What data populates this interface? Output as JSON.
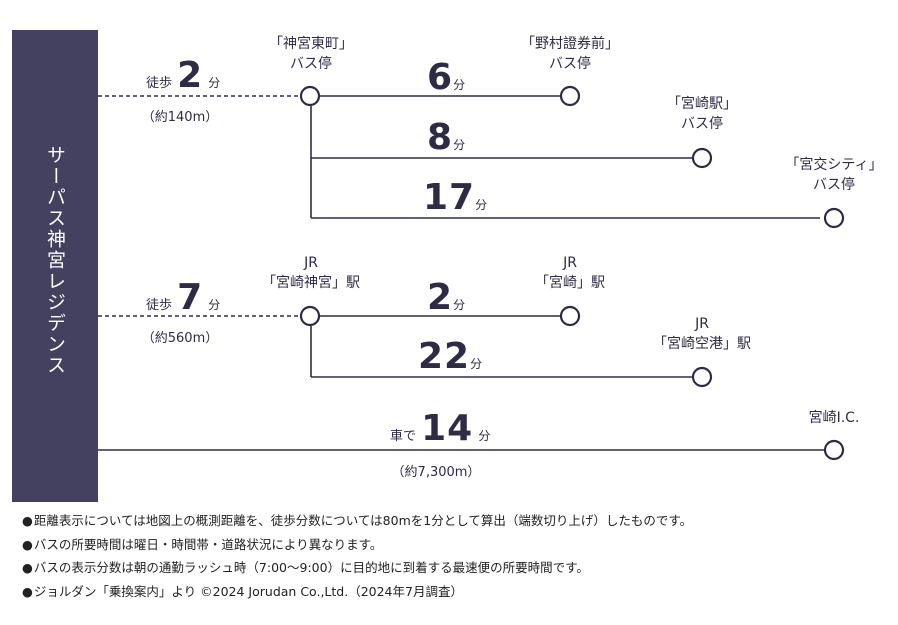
{
  "sidebar": {
    "property_name": "サーパス神宮レジデンス"
  },
  "group1": {
    "walk": {
      "prefix": "徒歩",
      "minutes": "2",
      "unit": "分",
      "distance": "（約140m）"
    },
    "origin_stop": {
      "line1": "「神宮東町」",
      "line2": "バス停"
    },
    "routes": [
      {
        "minutes": "6",
        "unit": "分",
        "dest_line1": "「野村證券前」",
        "dest_line2": "バス停"
      },
      {
        "minutes": "8",
        "unit": "分",
        "dest_line1": "「宮崎駅」",
        "dest_line2": "バス停"
      },
      {
        "minutes": "17",
        "unit": "分",
        "dest_line1": "「宮交シティ」",
        "dest_line2": "バス停"
      }
    ]
  },
  "group2": {
    "walk": {
      "prefix": "徒歩",
      "minutes": "7",
      "unit": "分",
      "distance": "（約560m）"
    },
    "origin_station": {
      "line1": "JR",
      "line2": "「宮崎神宮」駅"
    },
    "routes": [
      {
        "minutes": "2",
        "unit": "分",
        "dest_line1": "JR",
        "dest_line2": "「宮崎」駅"
      },
      {
        "minutes": "22",
        "unit": "分",
        "dest_line1": "JR",
        "dest_line2": "「宮崎空港」駅"
      }
    ]
  },
  "group3": {
    "car": {
      "prefix": "車で",
      "minutes": "14",
      "unit": "分",
      "distance": "（約7,300m）"
    },
    "destination": "宮崎I.C."
  },
  "notes": [
    "距離表示については地図上の概測距離を、徒歩分数については80mを1分として算出（端数切り上げ）したものです。",
    "バスの所要時間は曜日・時間帯・道路状況により異なります。",
    "バスの表示分数は朝の通勤ラッシュ時（7:00〜9:00）に目的地に到着する最速便の所要時間です。",
    "ジョルダン「乗換案内」より ©2024 Jorudan Co.,Ltd.（2024年7月調査）"
  ],
  "colors": {
    "sidebar": "#44405f",
    "line": "#2e2b45",
    "text": "#2e2b45"
  }
}
